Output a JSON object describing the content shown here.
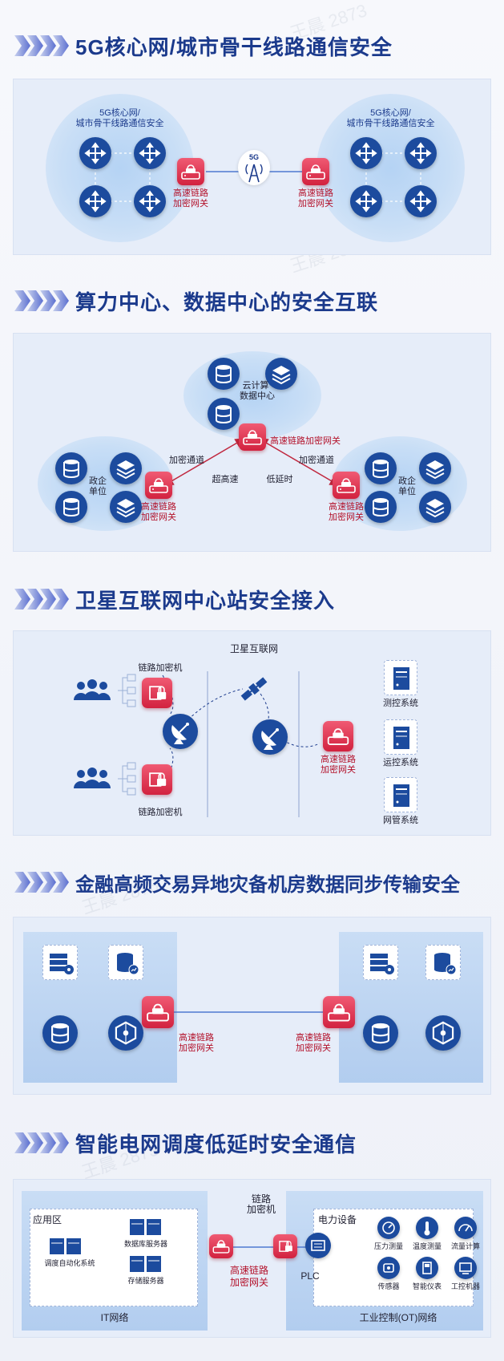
{
  "sections": [
    {
      "title": "5G核心网/城市骨干线路通信安全"
    },
    {
      "title": "算力中心、数据中心的安全互联"
    },
    {
      "title": "卫星互联网中心站安全接入"
    },
    {
      "title": "金融高频交易异地灾备机房数据同步传输安全"
    },
    {
      "title": "智能电网调度低延时安全通信"
    }
  ],
  "s1": {
    "left_cluster_l1": "5G核心网/",
    "left_cluster_l2": "城市骨干线路通信安全",
    "right_cluster_l1": "5G核心网/",
    "right_cluster_l2": "城市骨干线路通信安全",
    "tower_label": "5G",
    "gw_left_l1": "高速链路",
    "gw_left_l2": "加密网关",
    "gw_right_l1": "高速链路",
    "gw_right_l2": "加密网关"
  },
  "s2": {
    "cloud_l1": "云计算",
    "cloud_l2": "数据中心",
    "left_l1": "政企",
    "left_l2": "单位",
    "right_l1": "政企",
    "right_l2": "单位",
    "gw_top": "高速链路加密网关",
    "gw_left_l1": "高速链路",
    "gw_left_l2": "加密网关",
    "gw_right_l1": "高速链路",
    "gw_right_l2": "加密网关",
    "channel_left": "加密通道",
    "channel_right": "加密通道",
    "speed_label": "超高速",
    "latency_label": "低延时"
  },
  "s3": {
    "network_title": "卫星互联网",
    "encryptor_top": "链路加密机",
    "encryptor_bottom": "链路加密机",
    "gw_l1": "高速链路",
    "gw_l2": "加密网关",
    "systems": [
      "测控系统",
      "运控系统",
      "网管系统"
    ]
  },
  "s4": {
    "gw_left_l1": "高速链路",
    "gw_left_l2": "加密网关",
    "gw_right_l1": "高速链路",
    "gw_right_l2": "加密网关"
  },
  "s5": {
    "app_zone": "应用区",
    "auto_system": "调度自动化系统",
    "db_server": "数据库服务器",
    "storage_server": "存储服务器",
    "it_network": "IT网络",
    "encryptor_l1": "链路",
    "encryptor_l2": "加密机",
    "gw_l1": "高速链路",
    "gw_l2": "加密网关",
    "plc": "PLC",
    "power_equipment": "电力设备",
    "devices": [
      "压力测量",
      "温度测量",
      "流量计算",
      "传感器",
      "智能仪表",
      "工控机器"
    ],
    "ot_network": "工业控制(OT)网络"
  },
  "watermark": "王晨 2873",
  "colors": {
    "title": "#1b3a8c",
    "gateway": "#d2223f",
    "node": "#1c4b9e",
    "label_red": "#b3112a"
  }
}
